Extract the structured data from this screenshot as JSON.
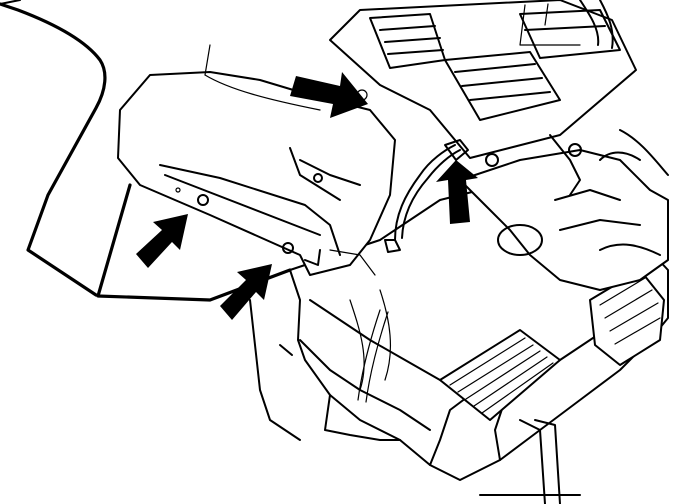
{
  "illustration": {
    "subject": "hvac-module-with-duct-panel",
    "colors": {
      "ink": "#000000",
      "background": "#ffffff"
    },
    "callouts": [
      {
        "icon": "arrow-icon",
        "direction": "down-right"
      },
      {
        "icon": "arrow-icon",
        "direction": "up"
      },
      {
        "icon": "arrow-icon",
        "direction": "up-right"
      },
      {
        "icon": "arrow-icon",
        "direction": "up-right"
      }
    ]
  }
}
